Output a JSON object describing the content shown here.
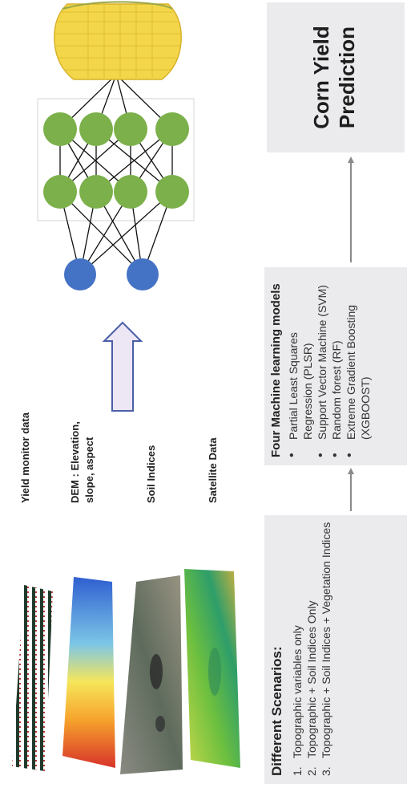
{
  "scenarios": {
    "title": "Different Scenarios:",
    "items": [
      {
        "num": "1.",
        "text": "Topographic variables only"
      },
      {
        "num": "2.",
        "text": "Topographic + Soil Indices Only"
      },
      {
        "num": "3.",
        "text": "Topographic + Soil Indices + Vegetation Indices"
      }
    ]
  },
  "models": {
    "title": "Four Machine learning models",
    "bullet": "•",
    "items": [
      "Partial Least Squares Regression (PLSR)",
      "Support Vector Machine (SVM)",
      "Random forest (RF)",
      "Extreme Gradient Boosting (XGBOOST)"
    ]
  },
  "output": {
    "line1": "Corn Yield",
    "line2": "Prediction"
  },
  "data_sources": {
    "yield": "Yield monitor data",
    "dem_line1": "DEM : Elevation,",
    "dem_line2": "slope, aspect",
    "soil": "Soil Indices",
    "satellite": "Satellite Data"
  },
  "colors": {
    "box_bg": "#ebebed",
    "neuron_green": "#7bb04a",
    "neuron_blue": "#4472c4",
    "arrow_fill": "#ece6f5",
    "arrow_stroke": "#4a5ea8",
    "connector_gray": "#8a8a8a"
  }
}
